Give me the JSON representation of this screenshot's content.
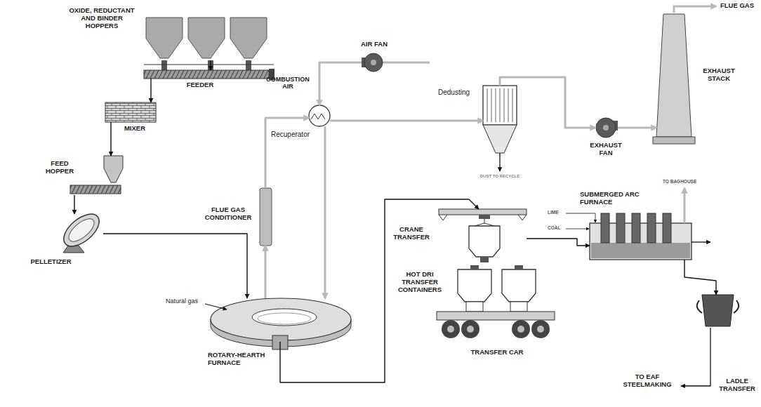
{
  "diagram": {
    "nodes": [
      {
        "text": [
          "OXIDE, REDUCTANT AND BINDER HOPPERS"
        ]
      },
      {
        "text": [
          "FEEDER"
        ]
      },
      {
        "text": [
          "MIXER"
        ]
      },
      {
        "text": [
          "FEED HOPPER"
        ]
      },
      {
        "text": [
          "PELLETIZER"
        ]
      },
      {
        "text": [
          "ROTARY-HEARTH FURNACE"
        ]
      },
      {
        "text": [
          "FLUE GAS CONDITIONER"
        ]
      },
      {
        "text": [
          "Recuperator"
        ]
      },
      {
        "text": [
          "AIR FAN"
        ]
      },
      {
        "text": [
          "Dedusting"
        ]
      },
      {
        "text": [
          "EXHAUST FAN"
        ]
      },
      {
        "text": [
          "EXHAUST STACK"
        ]
      },
      {
        "text": [
          "CRANE TRANSFER"
        ]
      },
      {
        "text": [
          "HOT DRI TRANSFER CONTAINERS"
        ]
      },
      {
        "text": [
          "TRANSFER CAR"
        ]
      },
      {
        "text": [
          "SUBMERGED ARC FURNACE"
        ]
      },
      {
        "text": [
          "LADLE TRANSFER"
        ]
      }
    ],
    "edges": [
      {
        "from": 0,
        "to": 1,
        "arrow": "to"
      },
      {
        "from": 1,
        "to": 2,
        "arrow": "to"
      },
      {
        "from": 2,
        "to": 3,
        "arrow": "to"
      },
      {
        "from": 3,
        "to": 4,
        "arrow": "to"
      },
      {
        "from": 4,
        "to": 5,
        "arrow": "to"
      },
      {
        "from": 5,
        "to": 6,
        "arrow": "to"
      },
      {
        "from": 6,
        "to": 7,
        "arrow": "to"
      },
      {
        "from": 8,
        "to": 7,
        "arrow": "to"
      },
      {
        "from": 7,
        "to": 5,
        "arrow": "to"
      },
      {
        "from": 7,
        "to": 9,
        "arrow": "to"
      },
      {
        "from": 9,
        "to": 10,
        "arrow": "to"
      },
      {
        "from": 10,
        "to": 11,
        "arrow": "to"
      },
      {
        "from": 5,
        "to": 12,
        "arrow": "to"
      },
      {
        "from": 12,
        "to": 15,
        "arrow": "to"
      },
      {
        "from": 15,
        "to": 16,
        "arrow": "to"
      }
    ],
    "labels": [
      "COMBUSTION AIR",
      "Natural gas",
      "FLUE GAS",
      "DUST TO RECYCLE",
      "LIME",
      "COAL",
      "TO BAGHOUSE",
      "TO EAF STEELMAKING"
    ]
  }
}
